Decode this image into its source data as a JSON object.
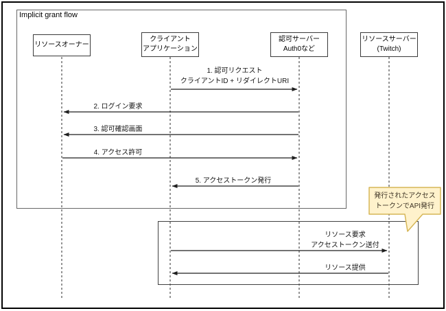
{
  "frame": {
    "title": "Implicit grant flow"
  },
  "actors": {
    "resource_owner": {
      "line1": "リソースオーナー"
    },
    "client_app": {
      "line1": "クライアント",
      "line2": "アプリケーション"
    },
    "auth_server": {
      "line1": "認可サーバー",
      "line2": "Auth0など"
    },
    "resource_server": {
      "line1": "リソースサーバー",
      "line2": "(Twitch)"
    }
  },
  "messages": {
    "m1": {
      "line1": "1. 認可リクエスト",
      "line2": "クライアントID + リダイレクトURI",
      "from": "client_app",
      "to": "auth_server"
    },
    "m2": {
      "line1": "2. ログイン要求",
      "from": "auth_server",
      "to": "resource_owner"
    },
    "m3": {
      "line1": "3. 認可確認画面",
      "from": "auth_server",
      "to": "resource_owner"
    },
    "m4": {
      "line1": "4. アクセス許可",
      "from": "resource_owner",
      "to": "auth_server"
    },
    "m5": {
      "line1": "5. アクセストークン発行",
      "from": "auth_server",
      "to": "client_app"
    },
    "m6": {
      "line1": "リソース要求",
      "line2": "アクセストークン送付",
      "from": "client_app",
      "to": "resource_server"
    },
    "m7": {
      "line1": "リソース提供",
      "from": "resource_server",
      "to": "client_app"
    }
  },
  "note": {
    "line1": "発行されたアクセス",
    "line2": "トークンでAPI発行",
    "fill": "#fff2cc",
    "border": "#d6b656"
  },
  "colors": {
    "line": "#1f1f1f",
    "frame_border": "#666666",
    "background": "#ffffff",
    "outer_border": "#000000"
  }
}
